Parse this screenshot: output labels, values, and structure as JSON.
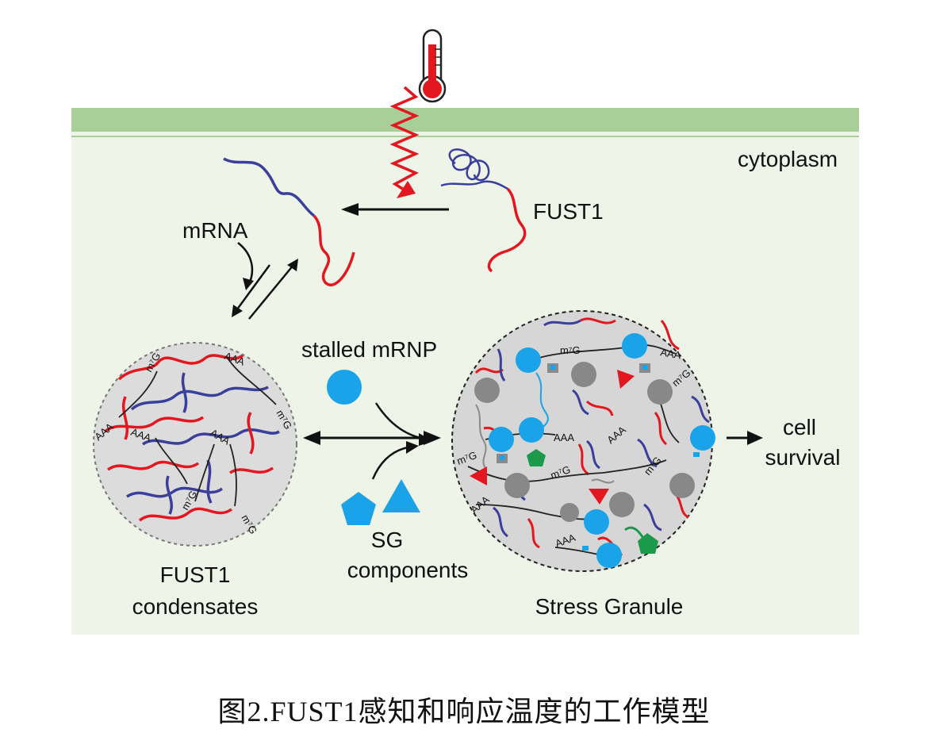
{
  "labels": {
    "cytoplasm": "cytoplasm",
    "mrna": "mRNA",
    "fust1": "FUST1",
    "stalled_mrnp": "stalled mRNP",
    "sg_components_line1": "SG",
    "sg_components_line2": "components",
    "condensates_line1": "FUST1",
    "condensates_line2": "condensates",
    "stress_granule": "Stress Granule",
    "cell_survival_line1": "cell",
    "cell_survival_line2": "survival"
  },
  "tags": {
    "poly_a": "AAA",
    "cap": "m⁷G"
  },
  "caption": "图2.FUST1感知和响应温度的工作模型",
  "colors": {
    "membrane": "#a8cf98",
    "background": "#eef4e8",
    "red_rna": "#e3171f",
    "blue_rna": "#3a3f9b",
    "mrnp_blue": "#1aa3e8",
    "gray_protein": "#888888",
    "green_component": "#1a9a4a",
    "thermometer_red": "#e3171f"
  }
}
